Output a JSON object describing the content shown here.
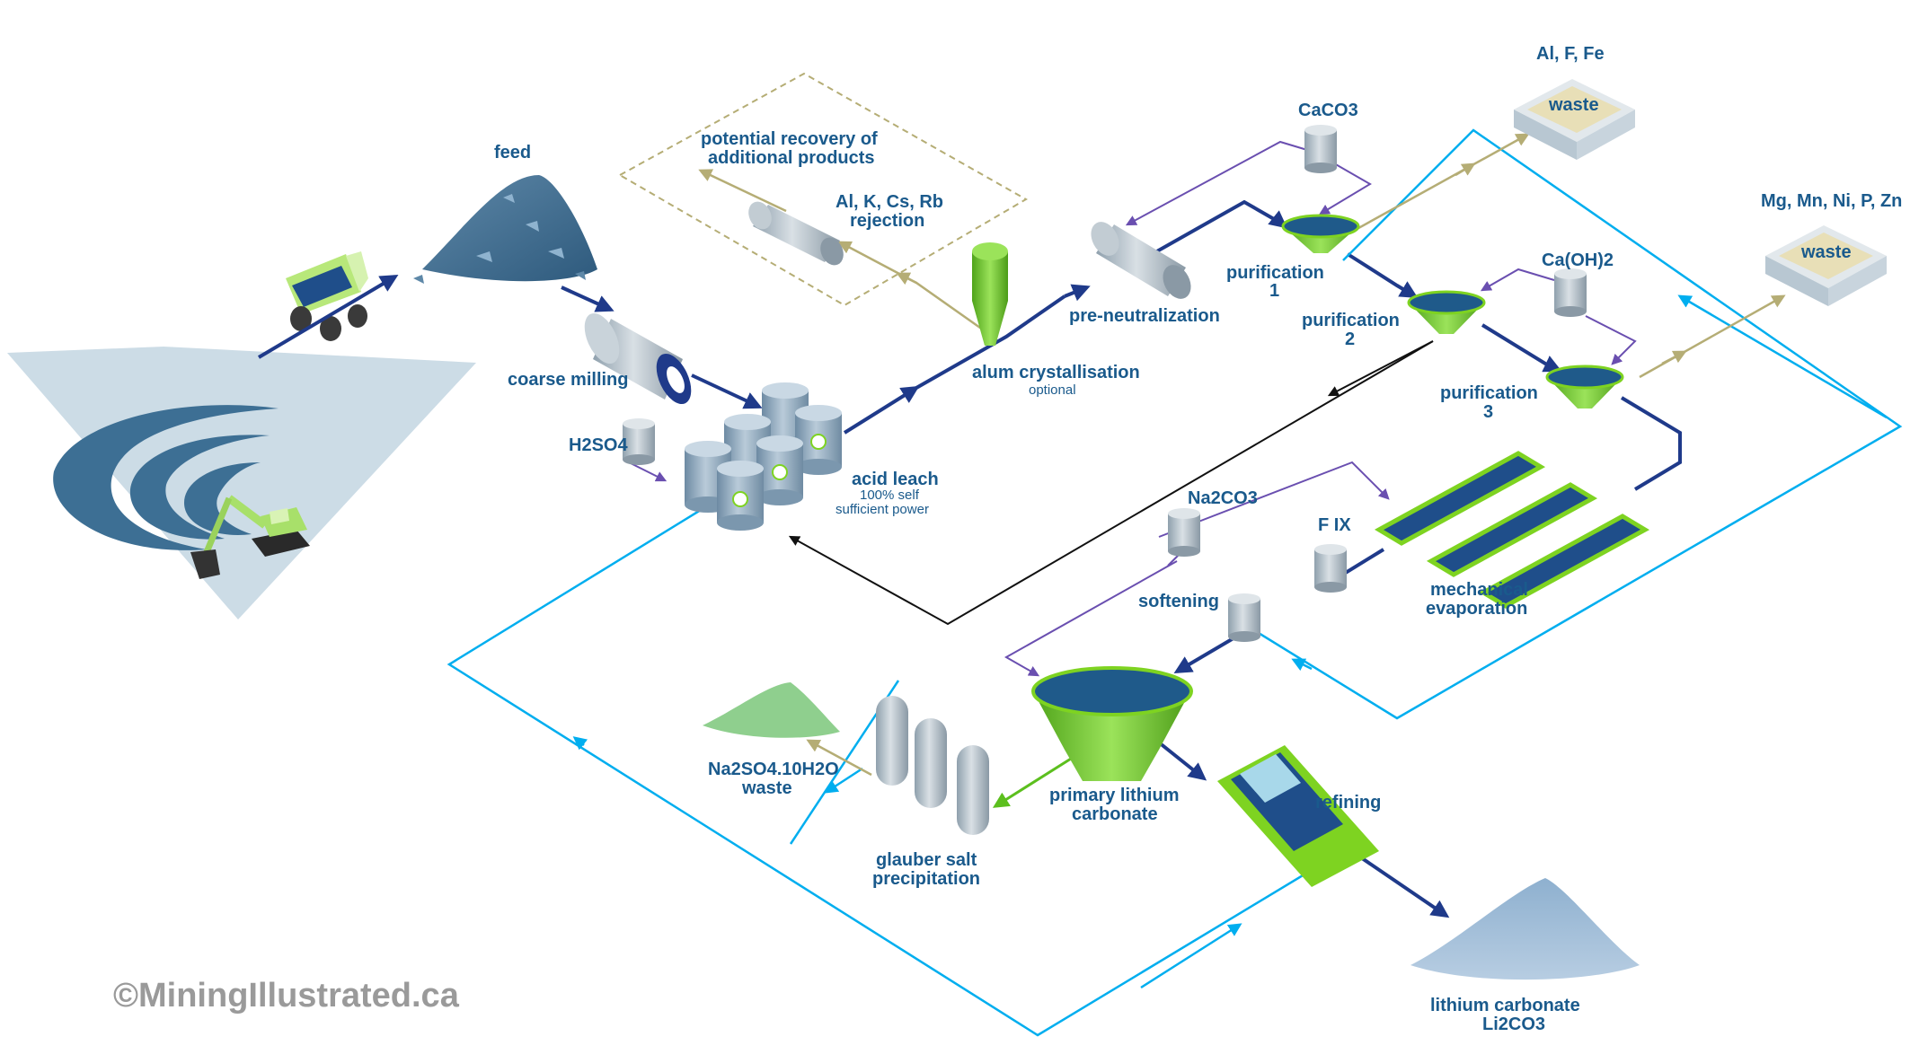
{
  "labels": {
    "feed": "feed",
    "coarse_milling": "coarse milling",
    "h2so4": "H2SO4",
    "acid_leach": "acid leach",
    "acid_leach_note1": "100% self",
    "acid_leach_note2": "sufficient power",
    "potential_recovery_1": "potential recovery of",
    "potential_recovery_2": "additional products",
    "rejection_1": "Al, K, Cs, Rb",
    "rejection_2": "rejection",
    "alum": "alum crystallisation",
    "alum_note": "optional",
    "pre_neutralization": "pre-neutralization",
    "caco3": "CaCO3",
    "purification1_a": "purification",
    "purification1_b": "1",
    "purification2_a": "purification",
    "purification2_b": "2",
    "purification3_a": "purification",
    "purification3_b": "3",
    "caoh2": "Ca(OH)2",
    "waste_top_elements": "Al, F, Fe",
    "waste_top": "waste",
    "waste_right_elements": "Mg, Mn, Ni, P, Zn",
    "waste_right": "waste",
    "na2co3": "Na2CO3",
    "fix": "F IX",
    "softening": "softening",
    "mechanical_evap_1": "mechanical",
    "mechanical_evap_2": "evaporation",
    "primary_li_1": "primary lithium",
    "primary_li_2": "carbonate",
    "refining": "refining",
    "glauber_1": "glauber salt",
    "glauber_2": "precipitation",
    "na2so4_1": "Na2SO4.10H2O",
    "na2so4_2": "waste",
    "li_carbonate_1": "lithium carbonate",
    "li_carbonate_2": "Li2CO3"
  },
  "credit": "©MiningIllustrated.ca",
  "colors": {
    "process_line": "#1f3a8a",
    "recycle_line": "#00aeef",
    "reagent_line": "#6a4fb0",
    "waste_line": "#b5ad75",
    "return_line": "#111111",
    "green": "#7ed321",
    "dark_blue": "#3d6f94",
    "label": "#1a5a8c"
  }
}
